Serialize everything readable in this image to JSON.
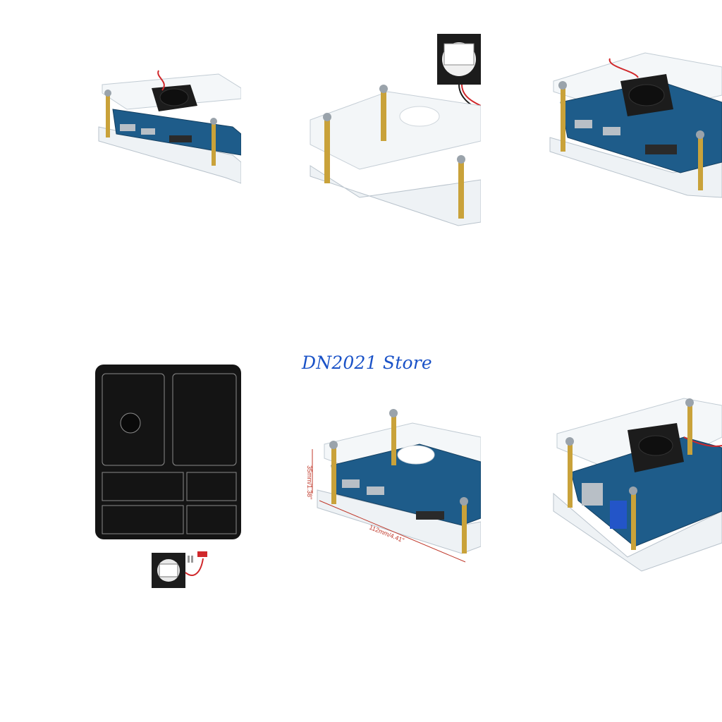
{
  "store_name": "DN2021 Store",
  "dimensions": {
    "height_label": "35mm/1.38\"",
    "length_label": "112mm/4.41\""
  },
  "colors": {
    "store_text": "#1a52c7",
    "board_blue": "#1e5c8a",
    "brass": "#c9a23a",
    "acrylic_edge": "#cfd6dc",
    "fan_black": "#1c1c1c",
    "panel_black": "#141414",
    "wire_red": "#d0282b",
    "dimension_red": "#c0392b"
  },
  "images": [
    {
      "id": "case-assembled-fan-left"
    },
    {
      "id": "case-empty-with-fan"
    },
    {
      "id": "case-assembled-fan-right"
    },
    {
      "id": "acrylic-panels-kit"
    },
    {
      "id": "case-dimensions"
    },
    {
      "id": "case-front-ports"
    }
  ]
}
